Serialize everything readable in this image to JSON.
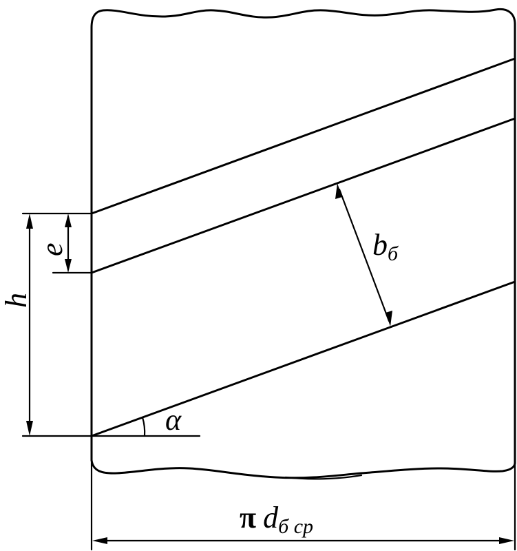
{
  "labels": {
    "e": "e",
    "h": "h",
    "b": "b",
    "b_sub": "б",
    "alpha": "α",
    "pi": "π",
    "d": "d",
    "d_sub": "б ср"
  },
  "colors": {
    "ink": "#000000",
    "background": "#ffffff"
  }
}
